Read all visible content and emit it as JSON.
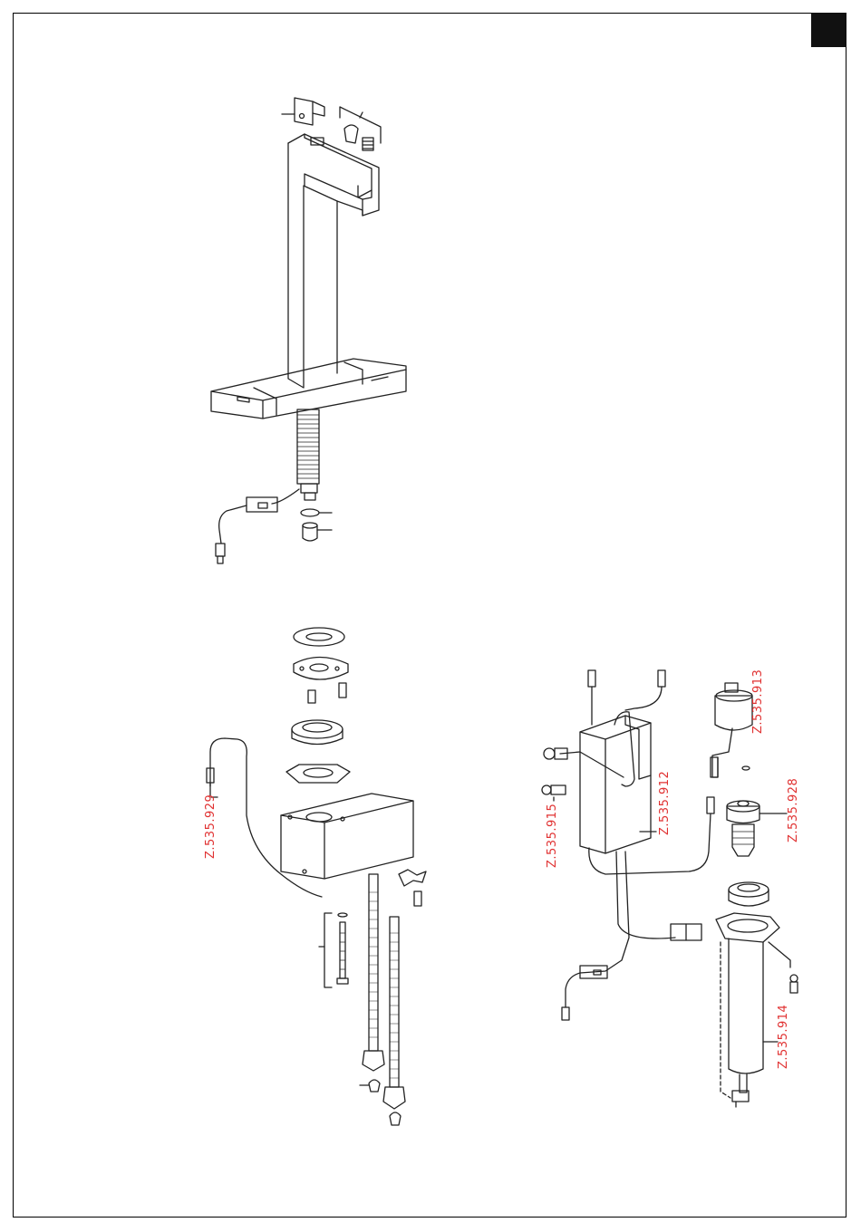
{
  "colors": {
    "line": "#222222",
    "label": "#e03030",
    "tab": "#111111"
  },
  "labels": {
    "z929": "Z.535.929",
    "z913": "Z.535.913",
    "z912": "Z.535.912",
    "z928": "Z.535.928",
    "z915": "Z.535.915",
    "z914": "Z.535.914"
  }
}
